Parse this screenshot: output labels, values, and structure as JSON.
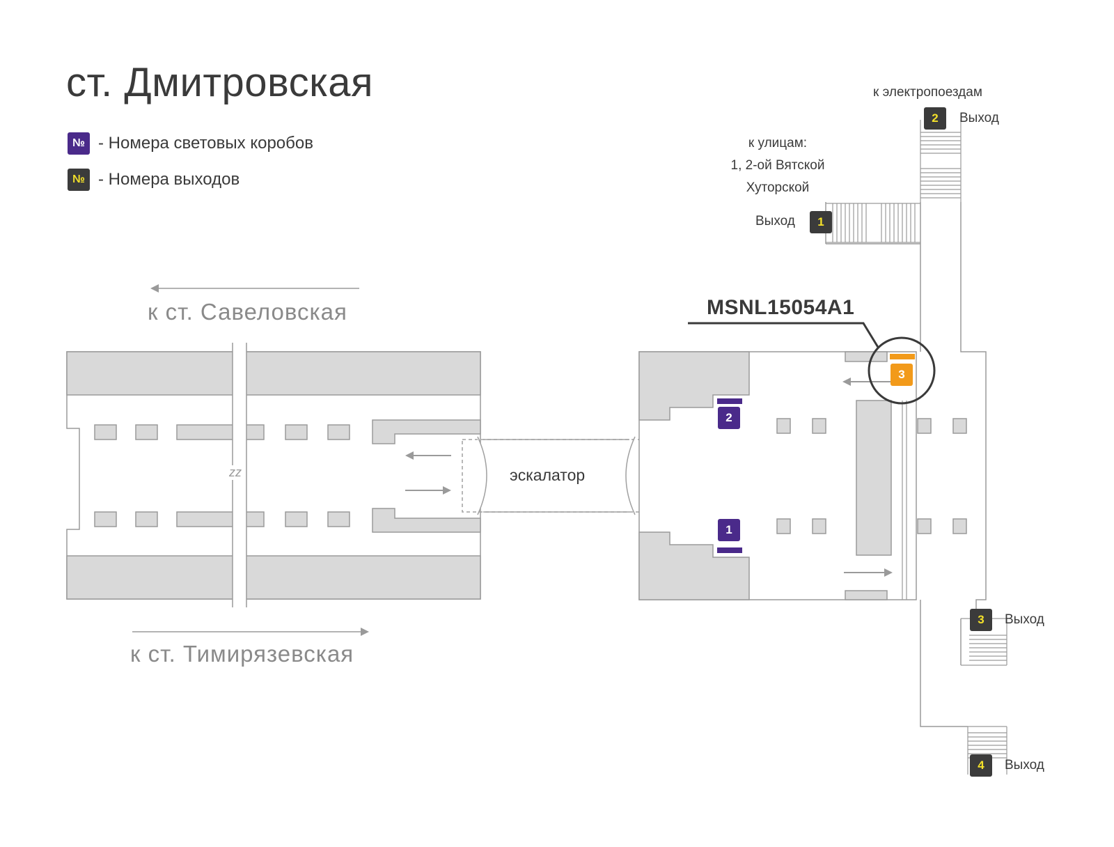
{
  "title": "ст. Дмитровская",
  "legend": {
    "light_boxes_symbol": "№",
    "light_boxes_label": "- Номера световых коробов",
    "exits_symbol": "№",
    "exits_label": "- Номера выходов"
  },
  "directions": {
    "to_savelovskaya": "к ст. Савеловская",
    "to_timiryazevskaya": "к ст. Тимирязевская"
  },
  "escalator_label": "эскалатор",
  "track_break_label": "zz",
  "to_trains_label": "к электропоездам",
  "to_streets": {
    "line1": "к улицам:",
    "line2": "1, 2-ой Вятской",
    "line3": "Хуторской"
  },
  "exits": [
    {
      "number": "1",
      "label": "Выход"
    },
    {
      "number": "2",
      "label": "Выход"
    },
    {
      "number": "3",
      "label": "Выход"
    },
    {
      "number": "4",
      "label": "Выход"
    }
  ],
  "light_boxes": [
    {
      "number": "1"
    },
    {
      "number": "2"
    },
    {
      "number": "3"
    }
  ],
  "highlighted_box_code": "MSNL15054A1",
  "colors": {
    "light_box": "#4a2a8a",
    "exit_badge": "#3b3b3b",
    "exit_number": "#f4e12a",
    "highlight": "#f29a1a",
    "wall": "#d9d9d9",
    "outline": "#9a9a9a"
  }
}
